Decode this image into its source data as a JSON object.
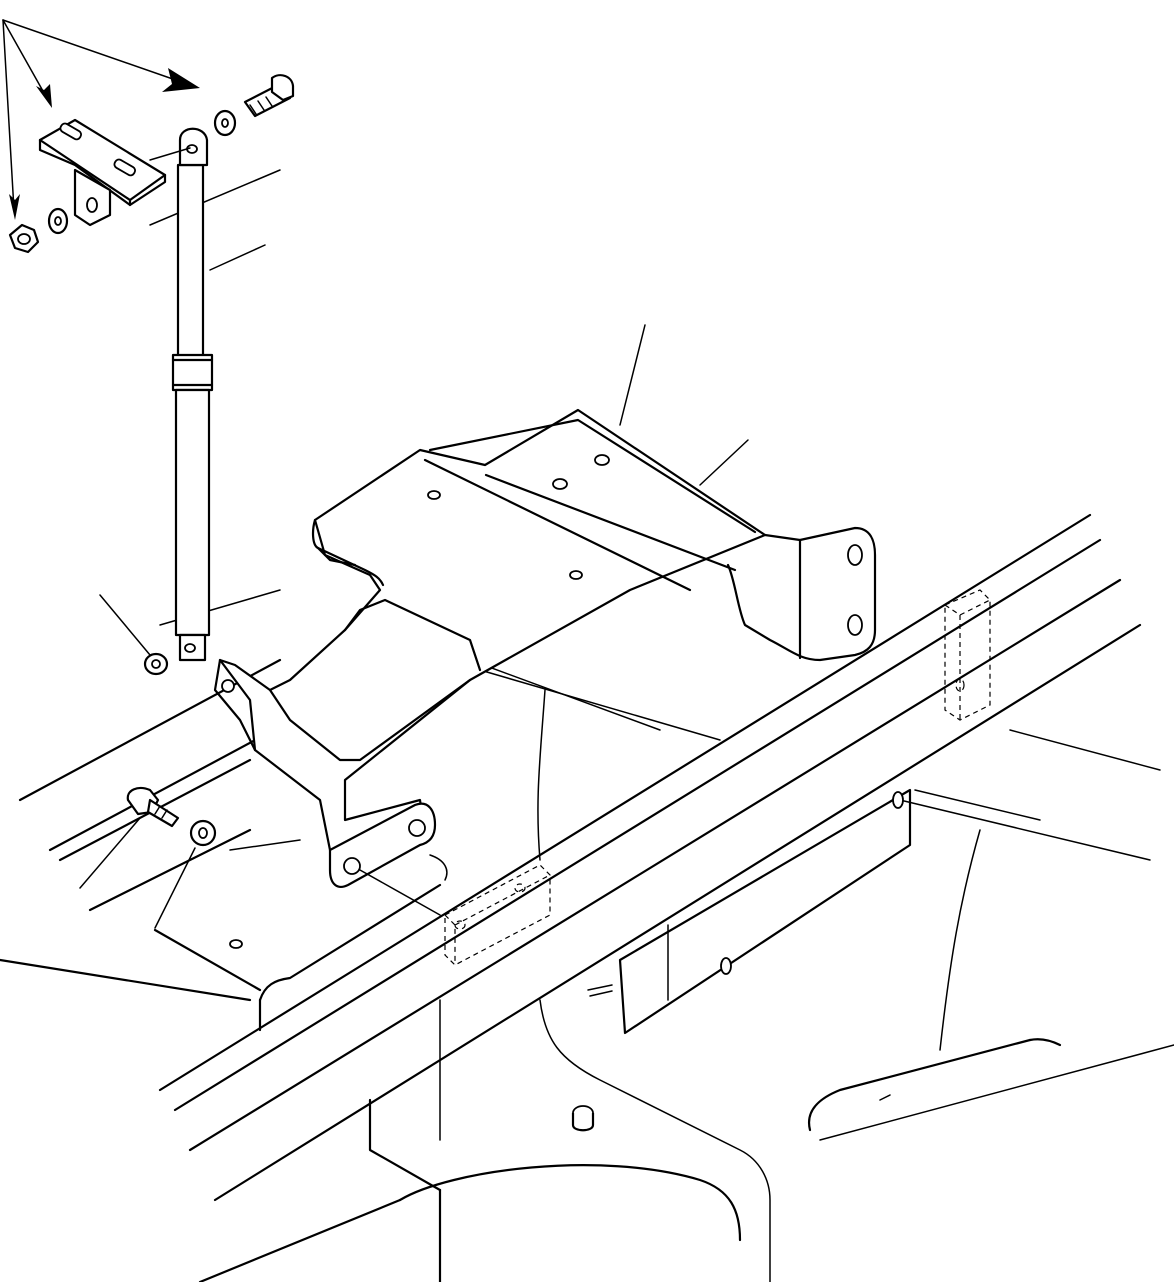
{
  "diagram": {
    "kind": "exploded parts illustration",
    "parts": [
      "gas-spring",
      "seat-bracket",
      "upper-mount-plate",
      "bolt",
      "washer",
      "nut",
      "frame-rail"
    ]
  }
}
